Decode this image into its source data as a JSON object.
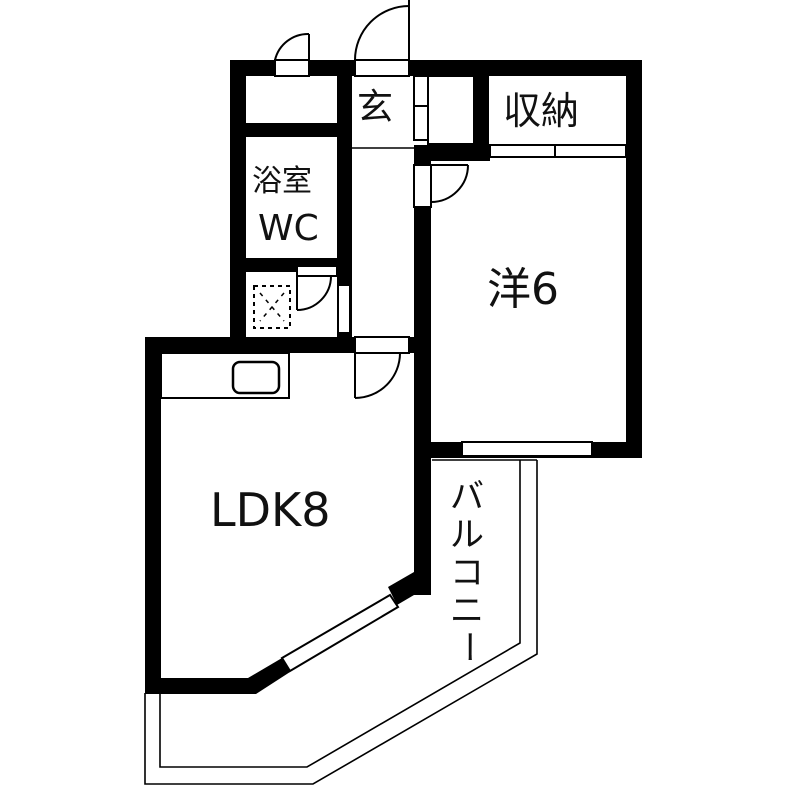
{
  "floor_plan": {
    "type": "apartment floor plan",
    "layout": "1LDK",
    "rooms": [
      {
        "id": "genkan",
        "label": "玄",
        "meaning": "entrance"
      },
      {
        "id": "storage",
        "label": "収納",
        "meaning": "storage / closet"
      },
      {
        "id": "bath",
        "label": "浴室",
        "meaning": "bathroom"
      },
      {
        "id": "wc",
        "label": "WC",
        "meaning": "toilet"
      },
      {
        "id": "western",
        "label": "洋6",
        "meaning": "western-style room, 6 tatami"
      },
      {
        "id": "ldk",
        "label": "LDK8",
        "meaning": "living-dining-kitchen, 8 tatami"
      },
      {
        "id": "balcony",
        "label": "バルコニー",
        "chars": [
          "バ",
          "ル",
          "コ",
          "ニ",
          "ー"
        ],
        "meaning": "balcony"
      }
    ],
    "fixtures": [
      "entrance door",
      "bathroom window door",
      "kitchen sink",
      "washing machine space",
      "sliding window (western room)",
      "angled window (LDK)"
    ],
    "colors": {
      "wall": "#000000",
      "background": "#ffffff",
      "text": "#111111"
    }
  }
}
